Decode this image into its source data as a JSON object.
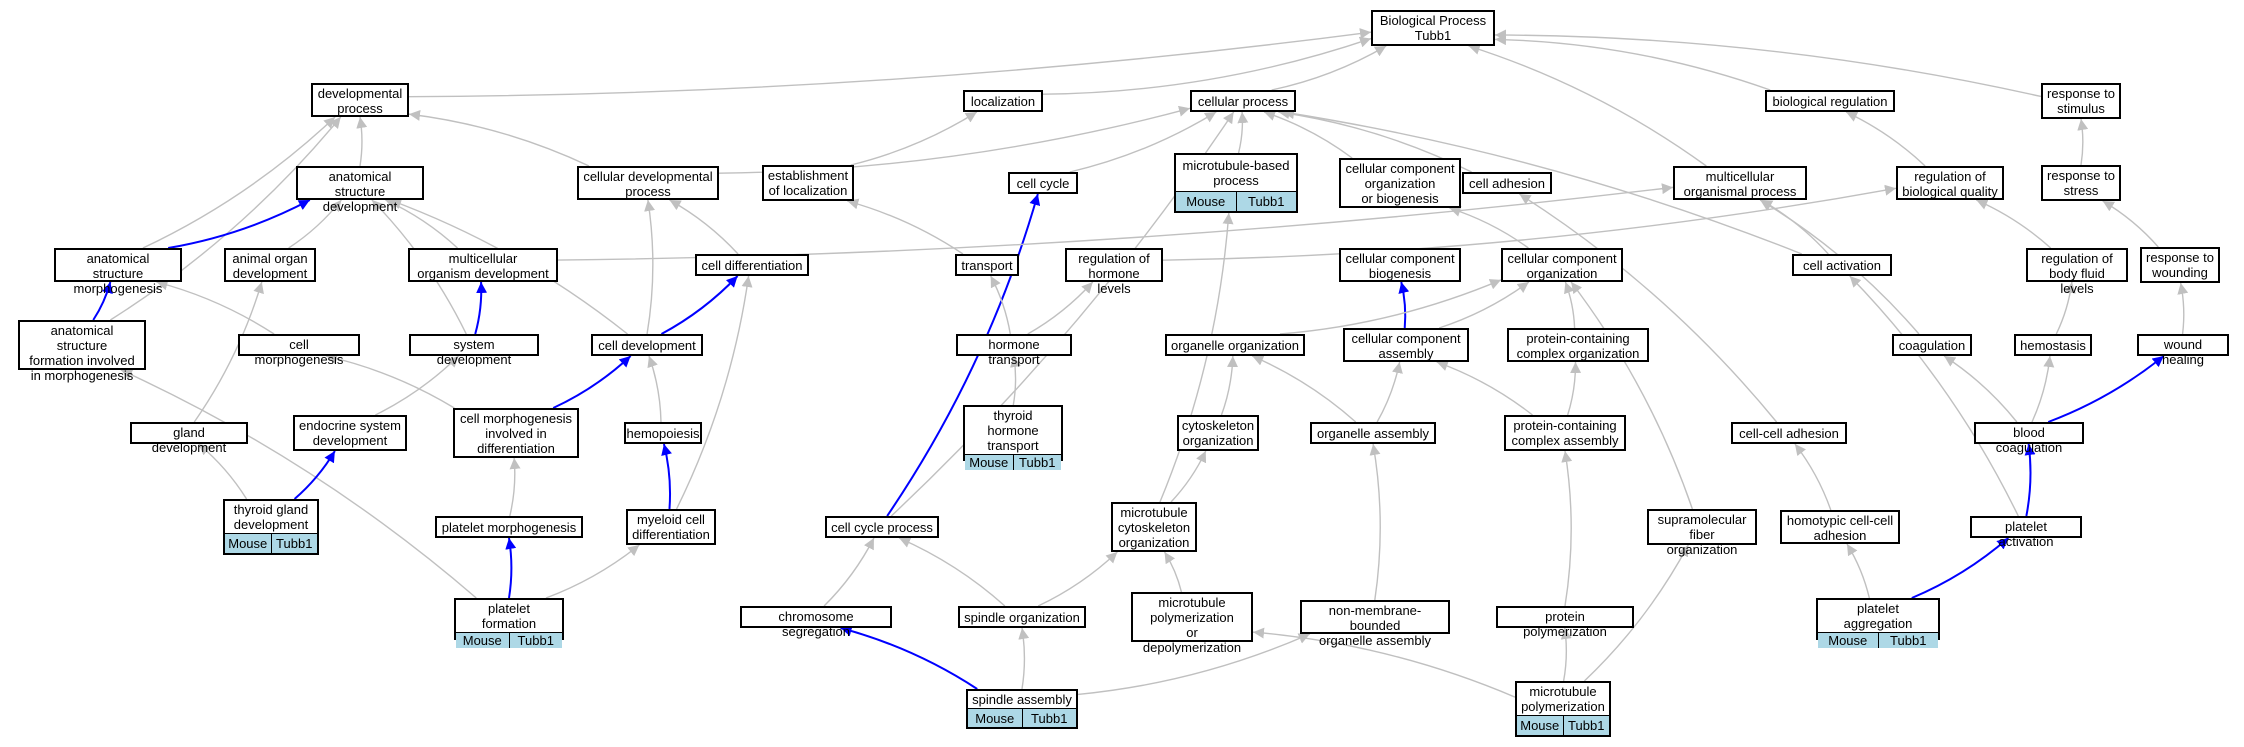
{
  "nodes": [
    {
      "id": "bp",
      "label": "Biological Process\nTubb1"
    },
    {
      "id": "dev",
      "label": "developmental\nprocess"
    },
    {
      "id": "loc",
      "label": "localization"
    },
    {
      "id": "cp",
      "label": "cellular process"
    },
    {
      "id": "breg",
      "label": "biological regulation"
    },
    {
      "id": "rstim",
      "label": "response to\nstimulus"
    },
    {
      "id": "asd",
      "label": "anatomical structure\ndevelopment"
    },
    {
      "id": "cdp",
      "label": "cellular developmental\nprocess"
    },
    {
      "id": "eloc",
      "label": "establishment\nof localization"
    },
    {
      "id": "cc",
      "label": "cell cycle"
    },
    {
      "id": "mbp",
      "label": "microtubule-based\nprocess",
      "tags": [
        "Mouse",
        "Tubb1"
      ]
    },
    {
      "id": "ccob",
      "label": "cellular component\norganization\nor biogenesis"
    },
    {
      "id": "cadh",
      "label": "cell adhesion"
    },
    {
      "id": "mop",
      "label": "multicellular\norganismal process"
    },
    {
      "id": "rbq",
      "label": "regulation of\nbiological quality"
    },
    {
      "id": "rstress",
      "label": "response to\nstress"
    },
    {
      "id": "asm",
      "label": "anatomical structure\nmorphogenesis"
    },
    {
      "id": "aod",
      "label": "animal organ\ndevelopment"
    },
    {
      "id": "mod",
      "label": "multicellular\norganism development"
    },
    {
      "id": "cdiff",
      "label": "cell differentiation"
    },
    {
      "id": "transport",
      "label": "transport"
    },
    {
      "id": "rhl",
      "label": "regulation of\nhormone levels"
    },
    {
      "id": "ccb",
      "label": "cellular component\nbiogenesis"
    },
    {
      "id": "cco",
      "label": "cellular component\norganization"
    },
    {
      "id": "cact",
      "label": "cell activation"
    },
    {
      "id": "rbfl",
      "label": "regulation of\nbody fluid levels"
    },
    {
      "id": "rwound",
      "label": "response to\nwounding"
    },
    {
      "id": "asf",
      "label": "anatomical structure\nformation involved\nin morphogenesis"
    },
    {
      "id": "cmorph",
      "label": "cell morphogenesis"
    },
    {
      "id": "sysdev",
      "label": "system development"
    },
    {
      "id": "celldev",
      "label": "cell development"
    },
    {
      "id": "ht",
      "label": "hormone transport"
    },
    {
      "id": "oo",
      "label": "organelle organization"
    },
    {
      "id": "cca",
      "label": "cellular component\nassembly"
    },
    {
      "id": "pcco",
      "label": "protein-containing\ncomplex organization"
    },
    {
      "id": "coag",
      "label": "coagulation"
    },
    {
      "id": "hemo",
      "label": "hemostasis"
    },
    {
      "id": "wh",
      "label": "wound healing"
    },
    {
      "id": "glanddev",
      "label": "gland development"
    },
    {
      "id": "esd",
      "label": "endocrine system\ndevelopment"
    },
    {
      "id": "cmid",
      "label": "cell morphogenesis\ninvolved in\ndifferentiation"
    },
    {
      "id": "hpo",
      "label": "hemopoiesis"
    },
    {
      "id": "tht",
      "label": "thyroid hormone\ntransport",
      "tags": [
        "Mouse",
        "Tubb1"
      ]
    },
    {
      "id": "cyto",
      "label": "cytoskeleton\norganization"
    },
    {
      "id": "oa",
      "label": "organelle assembly"
    },
    {
      "id": "pcca",
      "label": "protein-containing\ncomplex assembly"
    },
    {
      "id": "ccadh",
      "label": "cell-cell adhesion"
    },
    {
      "id": "bcoag",
      "label": "blood coagulation"
    },
    {
      "id": "tgd",
      "label": "thyroid gland\ndevelopment",
      "tags": [
        "Mouse",
        "Tubb1"
      ]
    },
    {
      "id": "pmorph",
      "label": "platelet morphogenesis"
    },
    {
      "id": "mcd",
      "label": "myeloid cell\ndifferentiation"
    },
    {
      "id": "ccp",
      "label": "cell cycle process"
    },
    {
      "id": "mco",
      "label": "microtubule\ncytoskeleton\norganization"
    },
    {
      "id": "sfo",
      "label": "supramolecular\nfiber organization"
    },
    {
      "id": "hcca",
      "label": "homotypic cell-cell\nadhesion"
    },
    {
      "id": "pact",
      "label": "platelet activation"
    },
    {
      "id": "pform",
      "label": "platelet formation",
      "tags": [
        "Mouse",
        "Tubb1"
      ]
    },
    {
      "id": "chseg",
      "label": "chromosome segregation"
    },
    {
      "id": "sporg",
      "label": "spindle organization"
    },
    {
      "id": "mpd",
      "label": "microtubule\npolymerization\nor depolymerization"
    },
    {
      "id": "nmboa",
      "label": "non-membrane-bounded\norganelle assembly"
    },
    {
      "id": "ppoly",
      "label": "protein polymerization"
    },
    {
      "id": "pagg",
      "label": "platelet aggregation",
      "tags": [
        "Mouse",
        "Tubb1"
      ]
    },
    {
      "id": "spasm",
      "label": "spindle assembly",
      "tags": [
        "Mouse",
        "Tubb1"
      ]
    },
    {
      "id": "mpoly",
      "label": "microtubule\npolymerization",
      "tags": [
        "Mouse",
        "Tubb1"
      ]
    }
  ],
  "edges": [
    {
      "from": "dev",
      "to": "bp"
    },
    {
      "from": "cp",
      "to": "bp"
    },
    {
      "from": "breg",
      "to": "bp"
    },
    {
      "from": "rstim",
      "to": "bp"
    },
    {
      "from": "loc",
      "to": "bp"
    },
    {
      "from": "mop",
      "to": "bp"
    },
    {
      "from": "asd",
      "to": "dev"
    },
    {
      "from": "cdp",
      "to": "dev"
    },
    {
      "from": "asm",
      "to": "dev"
    },
    {
      "from": "asf",
      "to": "dev"
    },
    {
      "from": "cdp",
      "to": "cp"
    },
    {
      "from": "cc",
      "to": "cp"
    },
    {
      "from": "mbp",
      "to": "cp"
    },
    {
      "from": "ccob",
      "to": "cp"
    },
    {
      "from": "cadh",
      "to": "cp"
    },
    {
      "from": "ccp",
      "to": "cp"
    },
    {
      "from": "cact",
      "to": "cp"
    },
    {
      "from": "eloc",
      "to": "loc"
    },
    {
      "from": "rbq",
      "to": "breg"
    },
    {
      "from": "rstress",
      "to": "rstim"
    },
    {
      "from": "asm",
      "to": "asd",
      "blue": true
    },
    {
      "from": "aod",
      "to": "asd"
    },
    {
      "from": "mod",
      "to": "asd"
    },
    {
      "from": "sysdev",
      "to": "asd"
    },
    {
      "from": "celldev",
      "to": "asd"
    },
    {
      "from": "celldev",
      "to": "cdp"
    },
    {
      "from": "cdiff",
      "to": "cdp"
    },
    {
      "from": "transport",
      "to": "eloc"
    },
    {
      "from": "ccp",
      "to": "cc",
      "blue": true
    },
    {
      "from": "mco",
      "to": "mbp"
    },
    {
      "from": "cco",
      "to": "ccob"
    },
    {
      "from": "ccadh",
      "to": "cadh"
    },
    {
      "from": "mod",
      "to": "mop"
    },
    {
      "from": "cact",
      "to": "mop"
    },
    {
      "from": "coag",
      "to": "mop"
    },
    {
      "from": "rhl",
      "to": "rbq"
    },
    {
      "from": "rbfl",
      "to": "rbq"
    },
    {
      "from": "rwound",
      "to": "rstress"
    },
    {
      "from": "asf",
      "to": "asm",
      "blue": true
    },
    {
      "from": "cmorph",
      "to": "asm"
    },
    {
      "from": "glanddev",
      "to": "aod"
    },
    {
      "from": "sysdev",
      "to": "mod",
      "blue": true
    },
    {
      "from": "celldev",
      "to": "cdiff",
      "blue": true
    },
    {
      "from": "mcd",
      "to": "cdiff"
    },
    {
      "from": "ht",
      "to": "transport"
    },
    {
      "from": "ht",
      "to": "rhl"
    },
    {
      "from": "cca",
      "to": "ccb",
      "blue": true
    },
    {
      "from": "cca",
      "to": "cco"
    },
    {
      "from": "oo",
      "to": "cco"
    },
    {
      "from": "pcco",
      "to": "cco"
    },
    {
      "from": "sfo",
      "to": "cco"
    },
    {
      "from": "pact",
      "to": "cact"
    },
    {
      "from": "hemo",
      "to": "rbfl"
    },
    {
      "from": "wh",
      "to": "rwound"
    },
    {
      "from": "pform",
      "to": "asf"
    },
    {
      "from": "cmid",
      "to": "cmorph"
    },
    {
      "from": "esd",
      "to": "sysdev"
    },
    {
      "from": "cmid",
      "to": "celldev",
      "blue": true
    },
    {
      "from": "hpo",
      "to": "celldev"
    },
    {
      "from": "tht",
      "to": "ht"
    },
    {
      "from": "cyto",
      "to": "oo"
    },
    {
      "from": "oa",
      "to": "oo"
    },
    {
      "from": "oa",
      "to": "cca"
    },
    {
      "from": "pcca",
      "to": "cca"
    },
    {
      "from": "pcca",
      "to": "pcco"
    },
    {
      "from": "bcoag",
      "to": "coag"
    },
    {
      "from": "bcoag",
      "to": "hemo"
    },
    {
      "from": "bcoag",
      "to": "wh",
      "blue": true
    },
    {
      "from": "tgd",
      "to": "glanddev"
    },
    {
      "from": "tgd",
      "to": "esd",
      "blue": true
    },
    {
      "from": "pmorph",
      "to": "cmid"
    },
    {
      "from": "mcd",
      "to": "hpo",
      "blue": true
    },
    {
      "from": "mco",
      "to": "cyto"
    },
    {
      "from": "nmboa",
      "to": "oa"
    },
    {
      "from": "ppoly",
      "to": "pcca"
    },
    {
      "from": "hcca",
      "to": "ccadh"
    },
    {
      "from": "pact",
      "to": "bcoag",
      "blue": true
    },
    {
      "from": "pform",
      "to": "pmorph",
      "blue": true
    },
    {
      "from": "pform",
      "to": "mcd"
    },
    {
      "from": "chseg",
      "to": "ccp"
    },
    {
      "from": "sporg",
      "to": "ccp"
    },
    {
      "from": "sporg",
      "to": "mco"
    },
    {
      "from": "mpd",
      "to": "mco"
    },
    {
      "from": "pagg",
      "to": "hcca"
    },
    {
      "from": "pagg",
      "to": "pact",
      "blue": true
    },
    {
      "from": "spasm",
      "to": "chseg",
      "blue": true
    },
    {
      "from": "spasm",
      "to": "sporg"
    },
    {
      "from": "spasm",
      "to": "nmboa"
    },
    {
      "from": "mpoly",
      "to": "mpd"
    },
    {
      "from": "mpoly",
      "to": "ppoly"
    },
    {
      "from": "mpoly",
      "to": "sfo"
    }
  ]
}
